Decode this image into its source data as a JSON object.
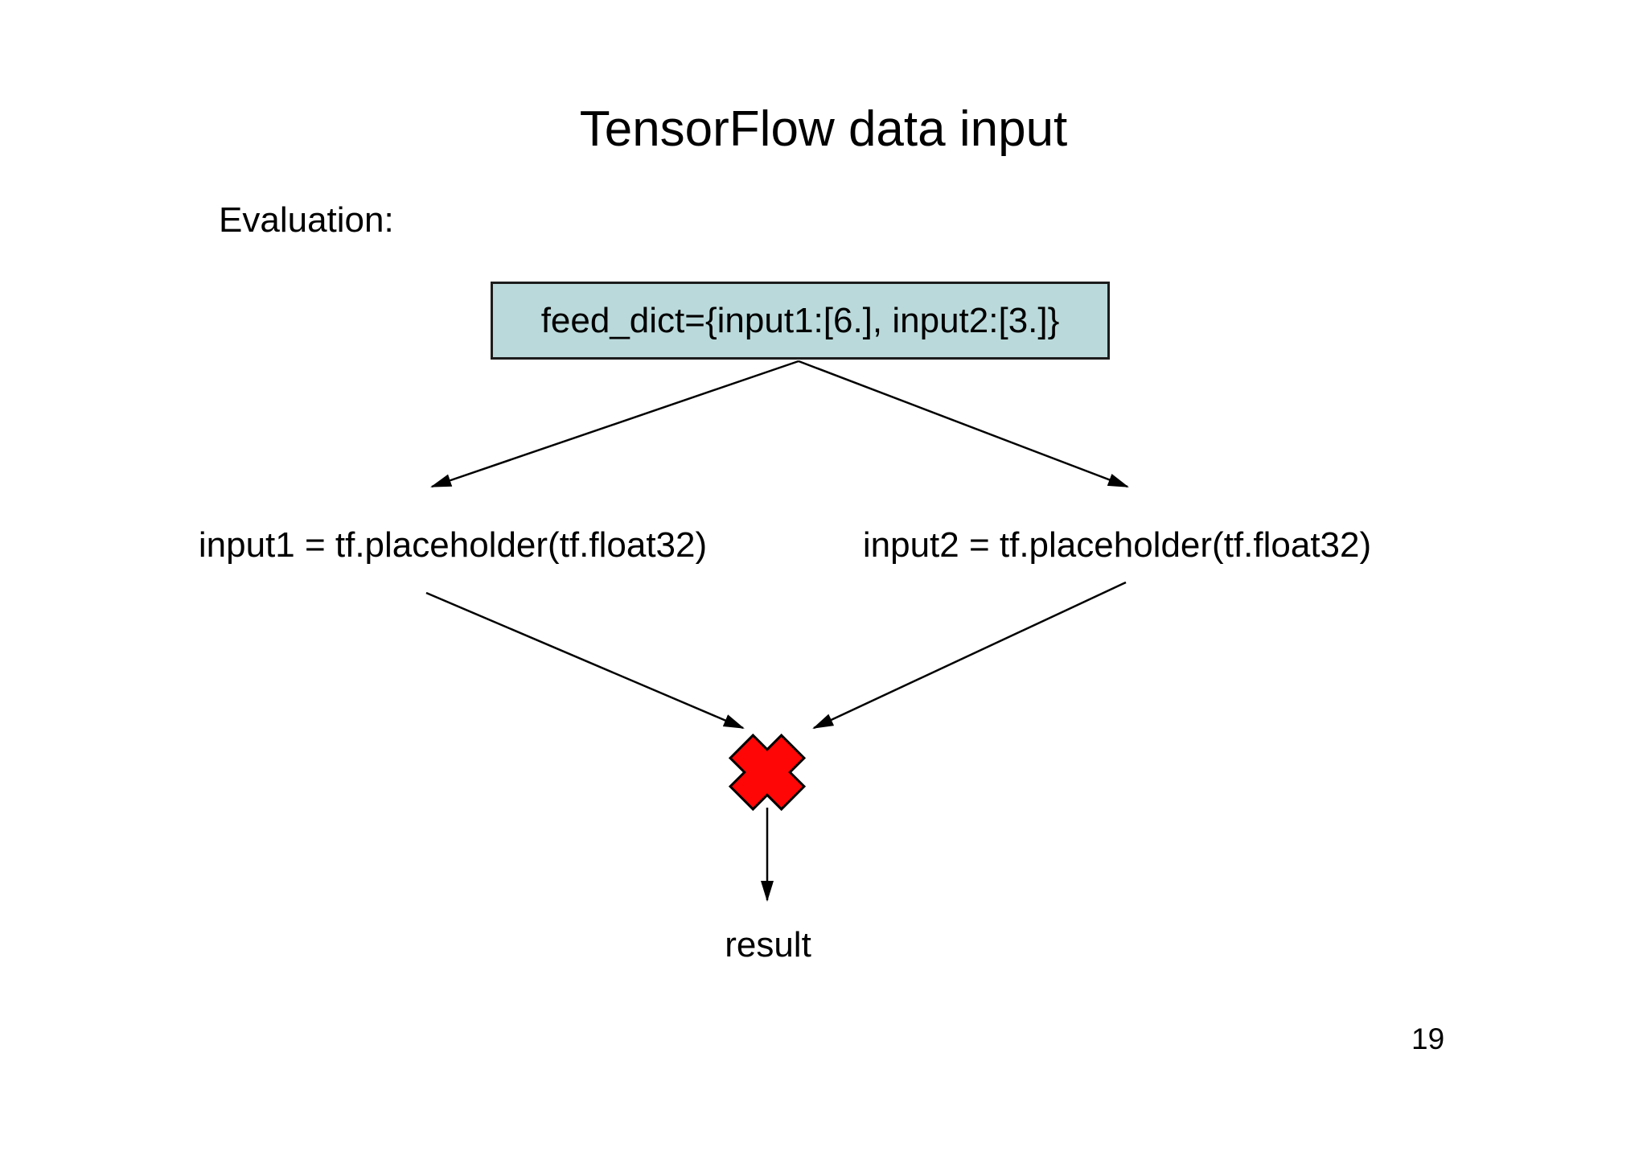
{
  "slide": {
    "title": "TensorFlow data input",
    "section_label": "Evaluation:",
    "page_number": "19"
  },
  "diagram": {
    "feed_box_label": "feed_dict={input1:[6.], input2:[3.]}",
    "left_node_label": "input1 = tf.placeholder(tf.float32)",
    "right_node_label": "input2 = tf.placeholder(tf.float32)",
    "operation_icon": "multiply-x-icon",
    "result_label": "result",
    "colors": {
      "background": "#ffffff",
      "text": "#000000",
      "feed_box_fill": "#bad9da",
      "feed_box_border": "#1c1c1c",
      "arrow": "#000000",
      "multiply_fill": "#fe0605",
      "multiply_stroke": "#000000"
    }
  }
}
